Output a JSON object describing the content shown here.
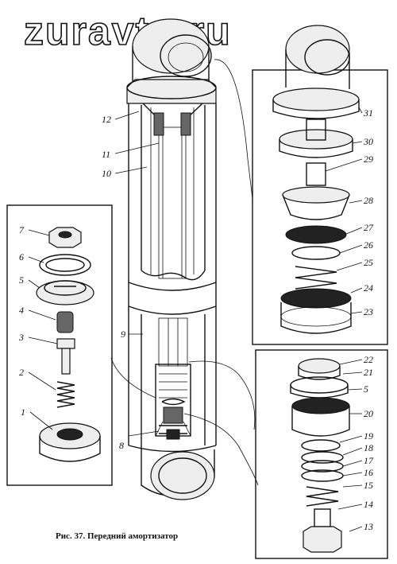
{
  "watermark": "zuravto.ru",
  "caption": "Рис. 37. Передний амортизатор",
  "labels": {
    "1": "1",
    "2": "2",
    "3": "3",
    "4": "4",
    "5": "5",
    "6": "6",
    "7": "7",
    "8": "8",
    "9": "9",
    "10": "10",
    "11": "11",
    "12": "12",
    "13": "13",
    "14": "14",
    "15": "15",
    "16": "16",
    "17": "17",
    "18": "18",
    "19": "19",
    "20": "20",
    "21": "21",
    "22": "22",
    "23": "23",
    "24": "24",
    "25": "25",
    "26": "26",
    "27": "27",
    "28": "28",
    "29": "29",
    "30": "30",
    "31": "31",
    "5b": "5"
  }
}
